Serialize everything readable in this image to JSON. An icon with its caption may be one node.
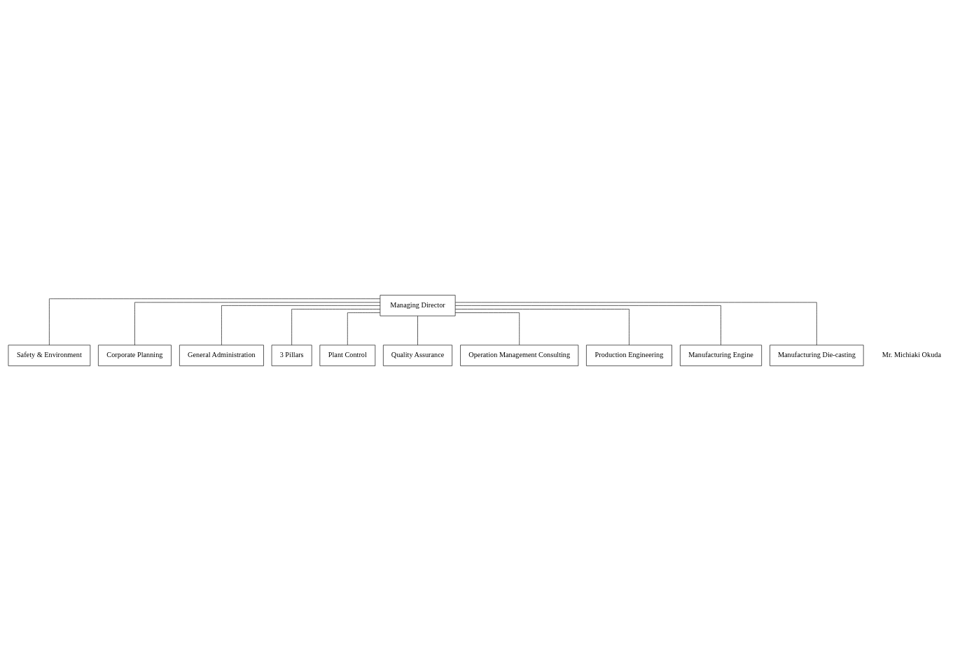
{
  "diagram": {
    "nodes": [
      {
        "text": [
          "Managing Director"
        ]
      },
      {
        "text": [
          "Safety & Environment"
        ]
      },
      {
        "text": [
          "Corporate Planning"
        ]
      },
      {
        "text": [
          "General Administration"
        ]
      },
      {
        "text": [
          "3 Pillars"
        ]
      },
      {
        "text": [
          "Plant Control"
        ]
      },
      {
        "text": [
          "Quality Assurance"
        ]
      },
      {
        "text": [
          "Operation Management Consulting"
        ]
      },
      {
        "text": [
          "Production Engineering"
        ]
      },
      {
        "text": [
          "Manufacturing Engine"
        ]
      },
      {
        "text": [
          "Manufacturing Die-casting"
        ]
      }
    ],
    "edges": [
      {
        "from": 0,
        "to": 1,
        "arrow": "none"
      },
      {
        "from": 0,
        "to": 2,
        "arrow": "none"
      },
      {
        "from": 0,
        "to": 3,
        "arrow": "none"
      },
      {
        "from": 0,
        "to": 4,
        "arrow": "none"
      },
      {
        "from": 0,
        "to": 5,
        "arrow": "none"
      },
      {
        "from": 0,
        "to": 6,
        "arrow": "none"
      },
      {
        "from": 0,
        "to": 7,
        "arrow": "none"
      },
      {
        "from": 0,
        "to": 8,
        "arrow": "none"
      },
      {
        "from": 0,
        "to": 9,
        "arrow": "none"
      },
      {
        "from": 0,
        "to": 10,
        "arrow": "none"
      }
    ],
    "labels": [
      "Mr. Michiaki Okuda"
    ]
  }
}
